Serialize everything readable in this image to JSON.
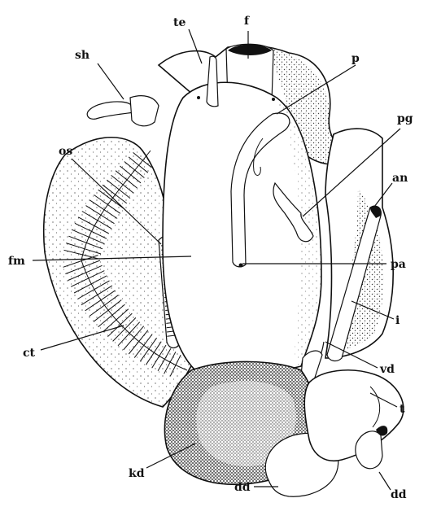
{
  "figure": {
    "labels": {
      "f": "f",
      "te": "te",
      "sh": "sh",
      "p": "p",
      "pg": "pg",
      "an": "an",
      "os": "os",
      "fm": "fm",
      "pa": "pa",
      "i": "i",
      "ct": "ct",
      "vd": "vd",
      "t": "t",
      "kd": "kd",
      "dd_left": "dd",
      "dd_right": "dd"
    },
    "colors": {
      "ink": "#111111",
      "paper": "#ffffff"
    }
  }
}
